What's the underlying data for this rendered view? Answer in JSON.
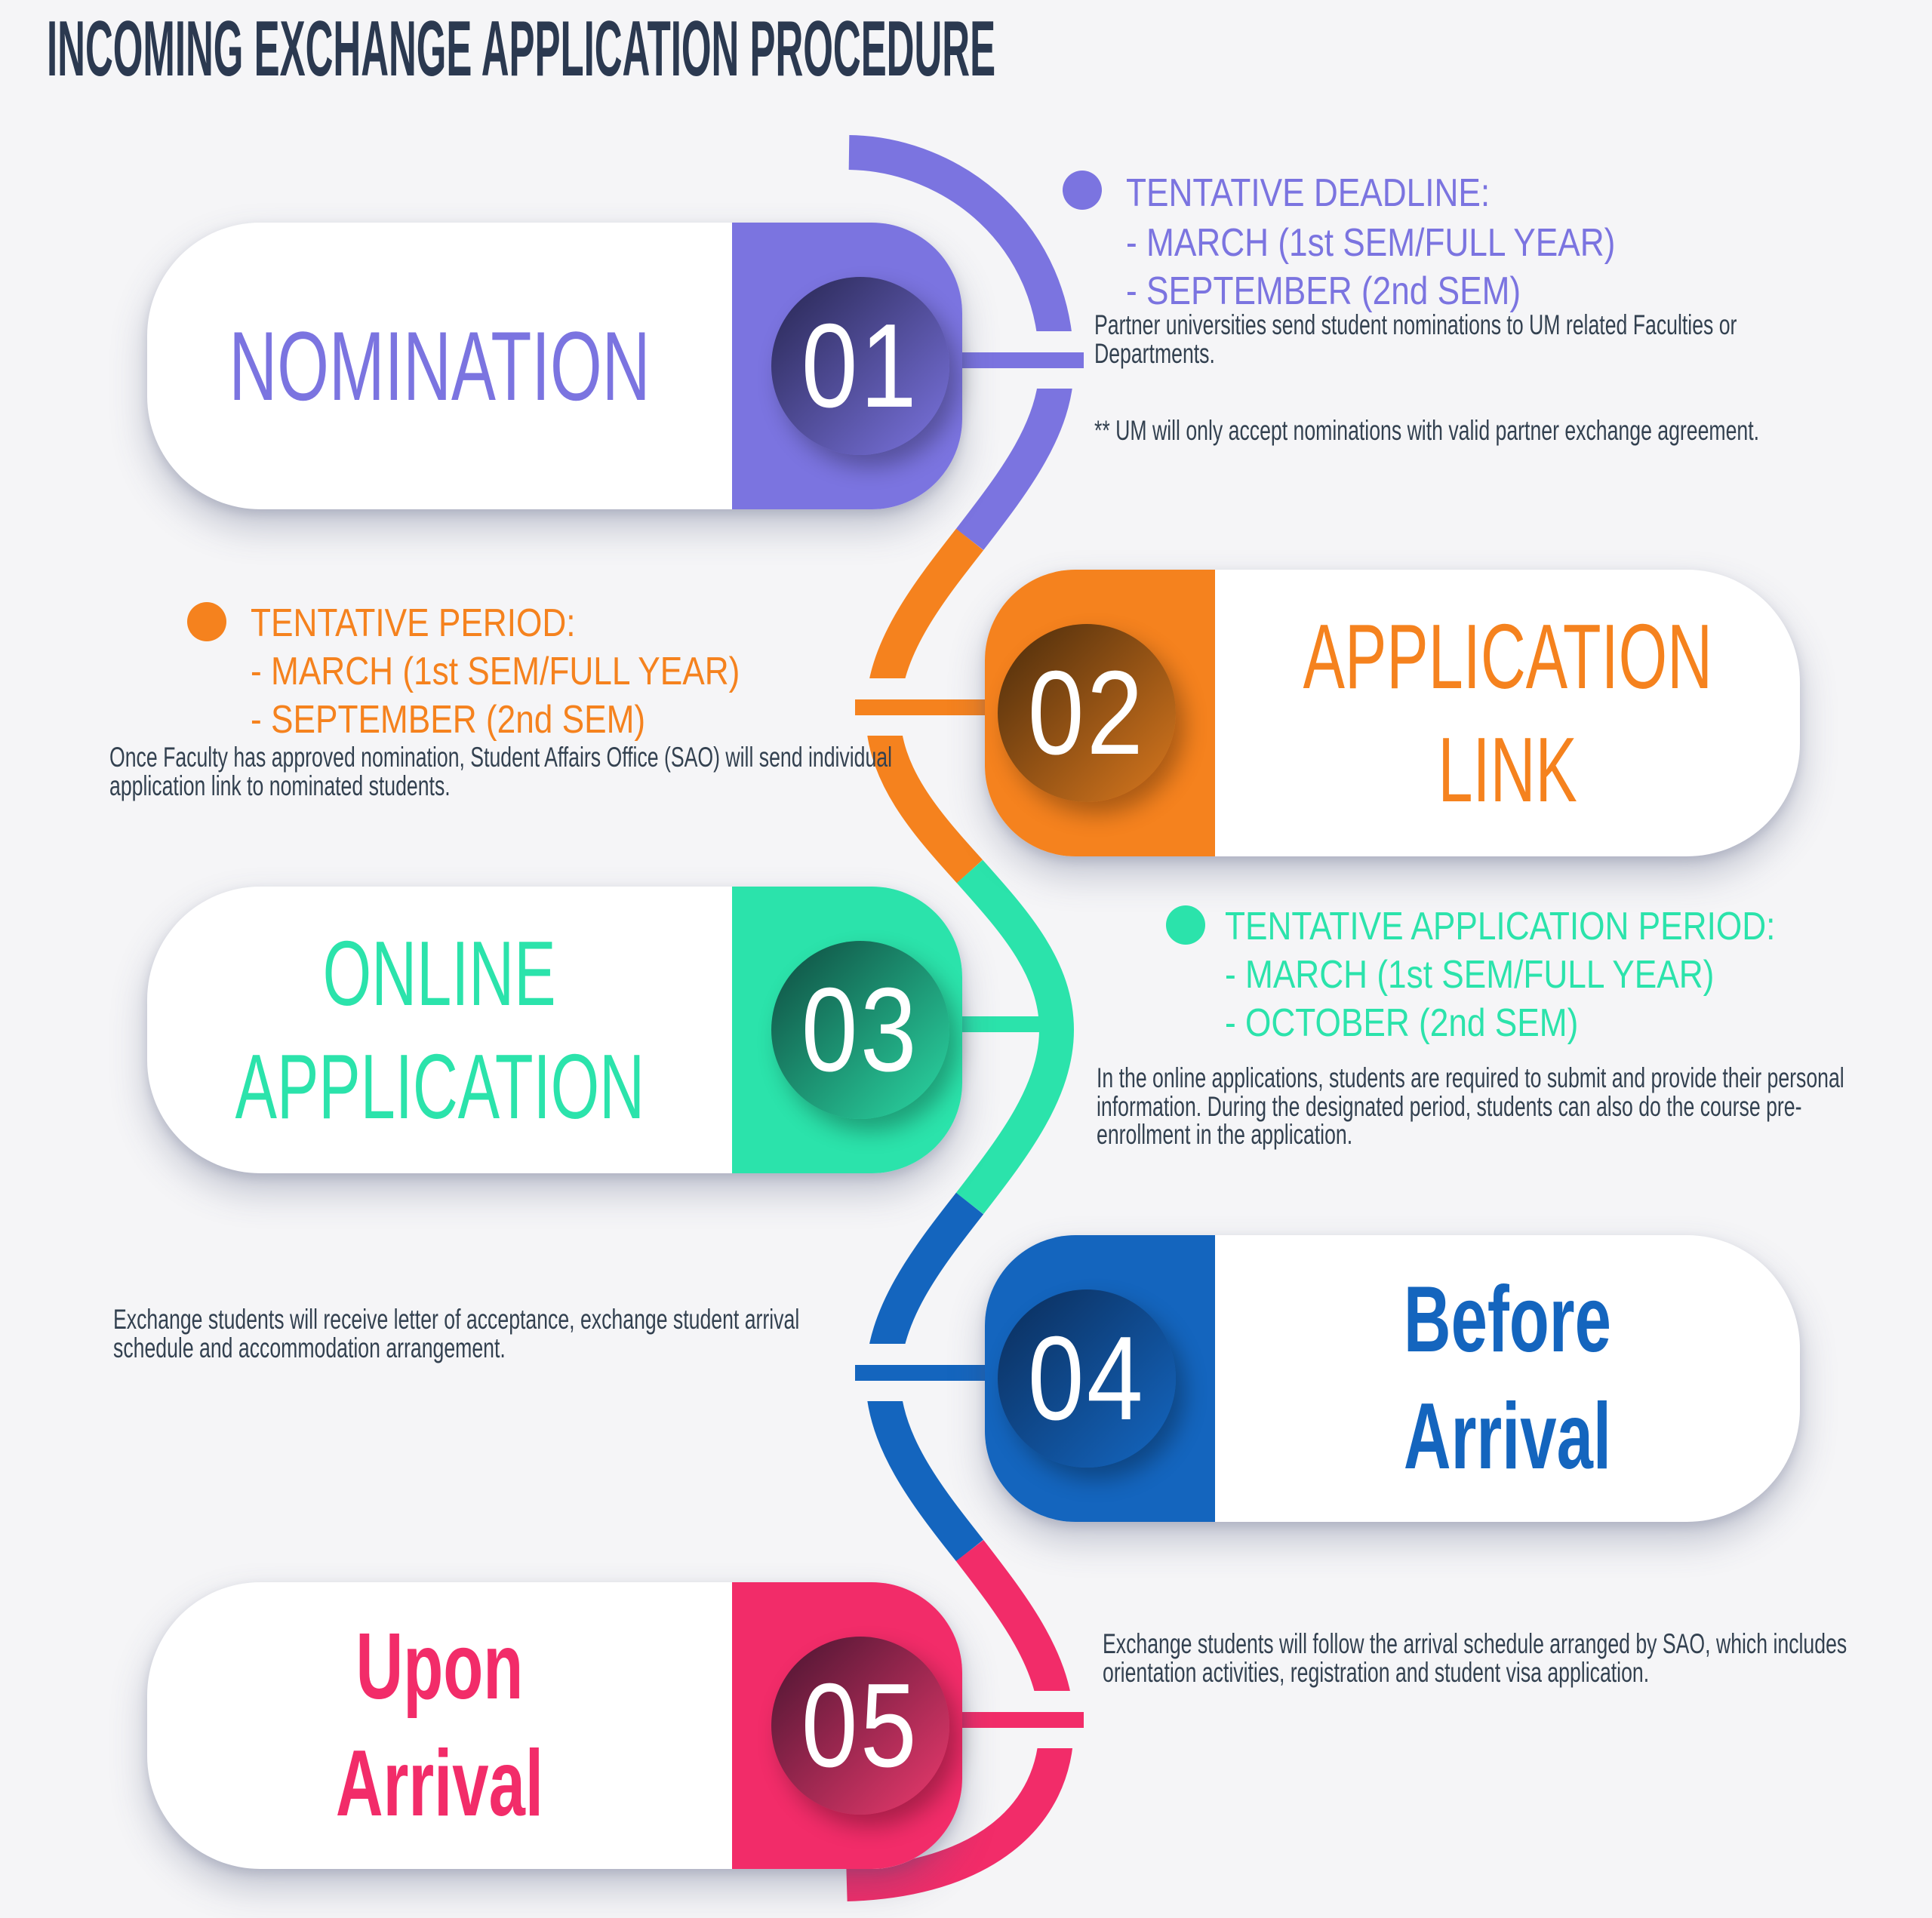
{
  "background": "#f5f5f7",
  "title": {
    "text": "INCOMING EXCHANGE APPLICATION PROCEDURE",
    "color": "#2b3950"
  },
  "body_text_color": "#334150",
  "steps": [
    {
      "number": "01",
      "title_lines": [
        "NOMINATION"
      ],
      "color": "#7b74e0",
      "circle_from": "#262550",
      "circle_to": "#7b74e0",
      "heading": "TENTATIVE DEADLINE:",
      "items": [
        "- MARCH (1st SEM/FULL YEAR)",
        "- SEPTEMBER (2nd SEM)"
      ],
      "paragraphs": [
        "Partner universities send student nominations to UM related Faculties or Departments.",
        "** UM will only accept nominations with valid partner exchange agreement."
      ]
    },
    {
      "number": "02",
      "title_lines": [
        "APPLICATION",
        "LINK"
      ],
      "color": "#f5821e",
      "circle_from": "#4a2b0b",
      "circle_to": "#d9781e",
      "heading": "TENTATIVE PERIOD:",
      "items": [
        "- MARCH (1st SEM/FULL YEAR)",
        "- SEPTEMBER (2nd SEM)"
      ],
      "paragraphs": [
        "Once Faculty has approved nomination, Student Affairs Office (SAO) will send individual application link to nominated students."
      ]
    },
    {
      "number": "03",
      "title_lines": [
        "ONLINE",
        "APPLICATION"
      ],
      "color": "#2be3ab",
      "circle_from": "#0e4a3f",
      "circle_to": "#2bd9a4",
      "heading": "TENTATIVE APPLICATION PERIOD:",
      "items": [
        "- MARCH (1st SEM/FULL YEAR)",
        "- OCTOBER (2nd SEM)"
      ],
      "paragraphs": [
        "In the online applications, students are required to submit and provide their personal information. During the designated period, students can also do the course pre-enrollment in the application."
      ]
    },
    {
      "number": "04",
      "title_lines": [
        "Before",
        "Arrival"
      ],
      "color": "#1465be",
      "circle_from": "#0b2d5a",
      "circle_to": "#1467c2",
      "paragraphs": [
        "Exchange students will receive letter of acceptance, exchange student arrival schedule and accommodation arrangement."
      ]
    },
    {
      "number": "05",
      "title_lines": [
        "Upon",
        "Arrival"
      ],
      "color": "#f22c69",
      "circle_from": "#471430",
      "circle_to": "#ed3a6e",
      "paragraphs": [
        "Exchange students will follow the arrival schedule arranged by SAO, which includes orientation activities, registration and student visa application."
      ]
    }
  ]
}
